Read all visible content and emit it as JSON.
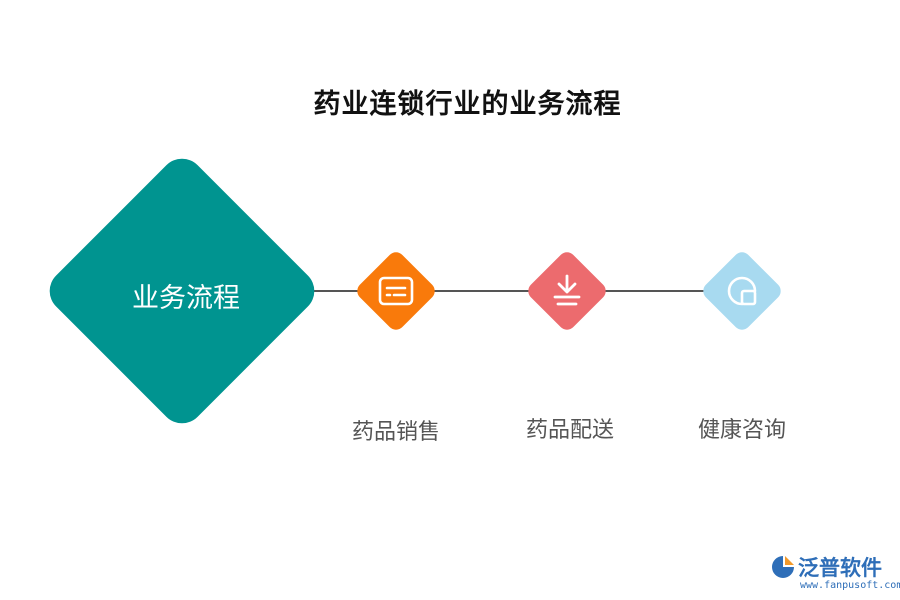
{
  "title": "药业连锁行业的业务流程",
  "center": {
    "label": "业务流程",
    "color": "#009490"
  },
  "steps": [
    {
      "label": "药品销售",
      "icon": "message-box-icon",
      "color": "#f97a0b"
    },
    {
      "label": "药品配送",
      "icon": "download-tray-icon",
      "color": "#ec6b6e"
    },
    {
      "label": "健康咨询",
      "icon": "circle-square-icon",
      "color": "#a8daf0"
    }
  ],
  "watermark": {
    "brand": "泛普软件",
    "url": "www.fanpusoft.com"
  }
}
